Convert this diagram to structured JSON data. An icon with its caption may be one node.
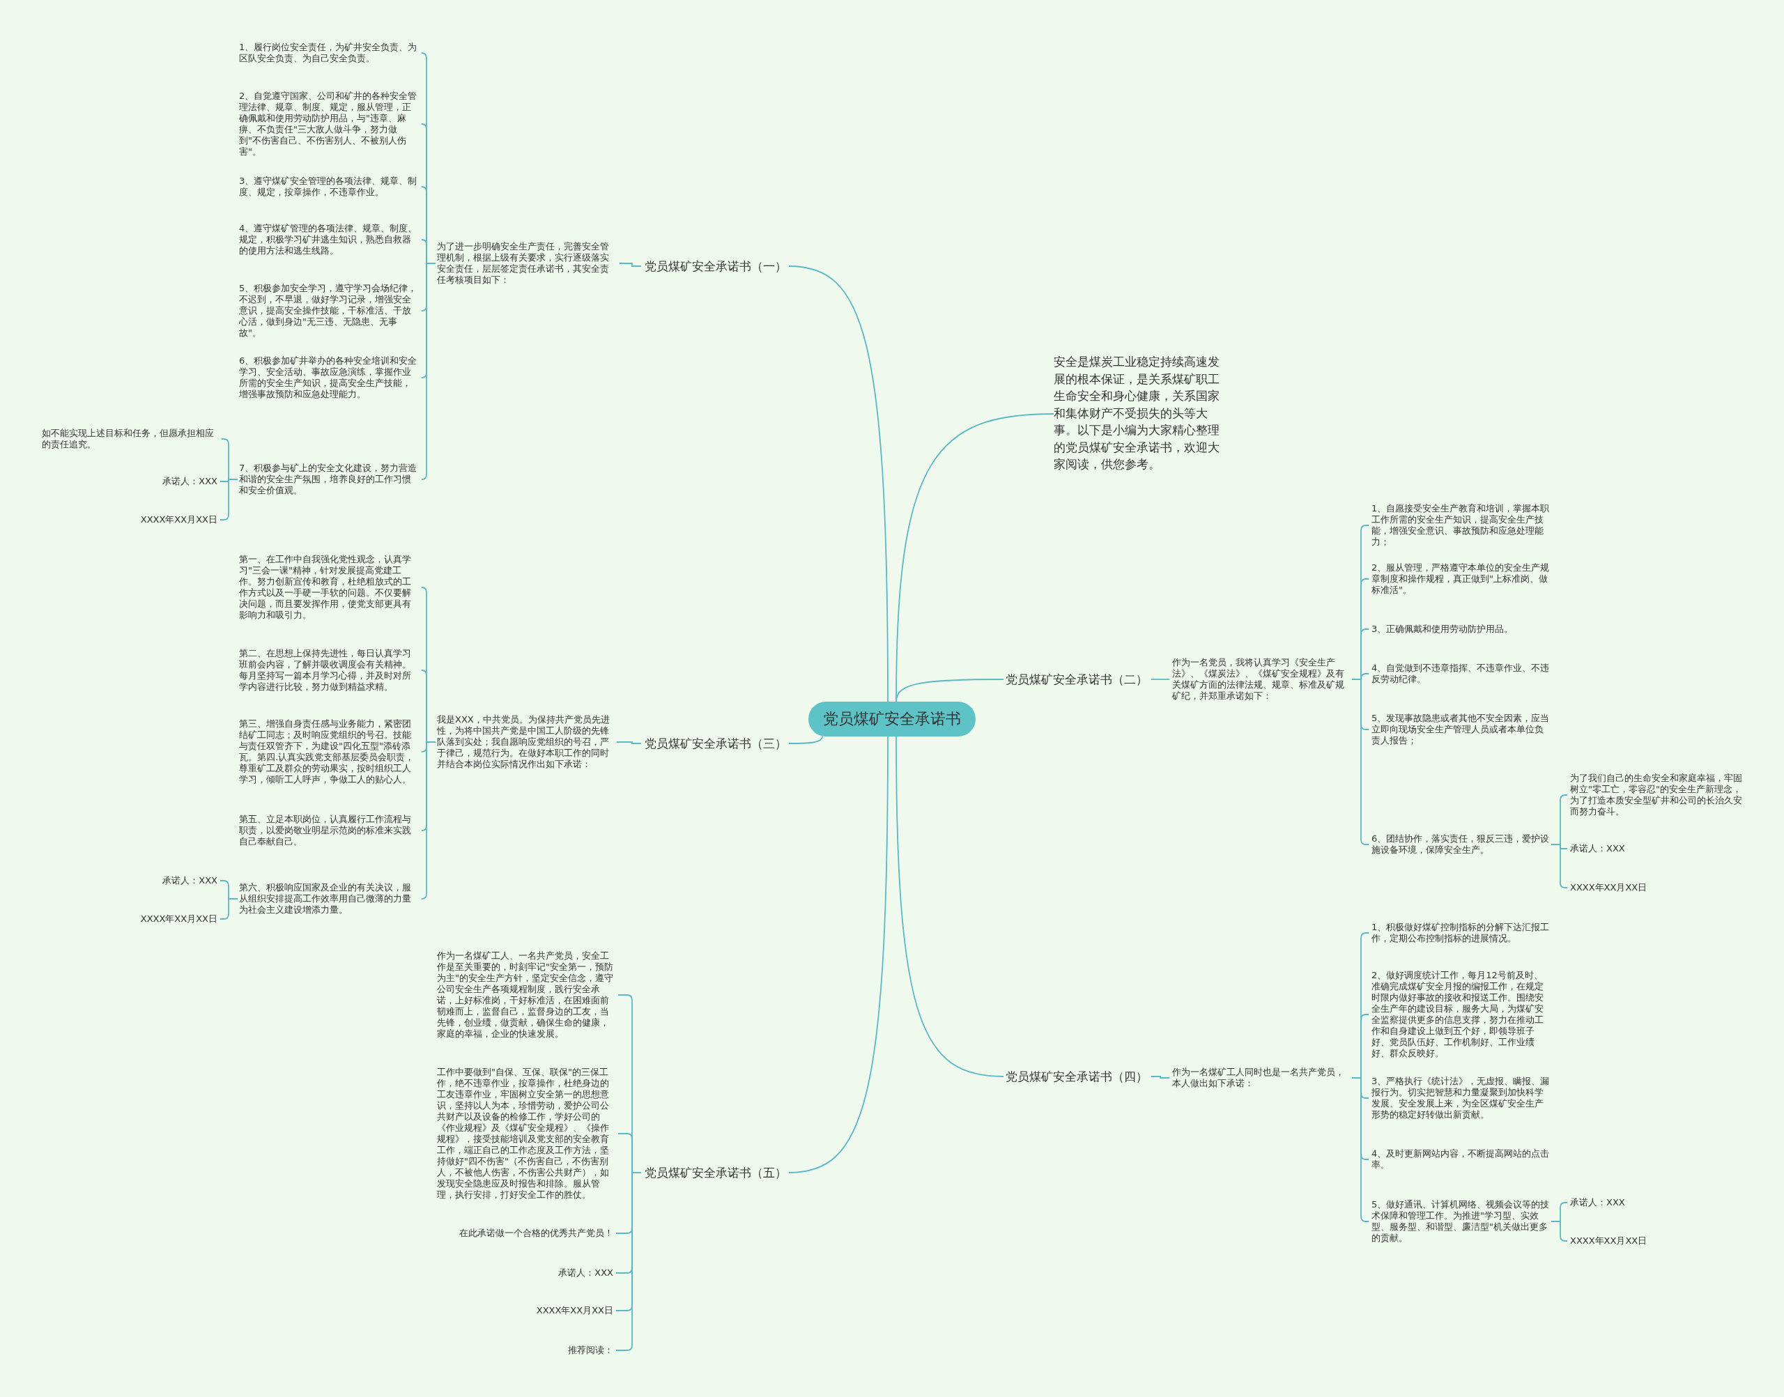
{
  "diagram": {
    "nodes": [
      {
        "text": [
          "党员煤矿安全承诺书"
        ]
      },
      {
        "text": [
          "党员煤矿安全承诺书（一）"
        ]
      },
      {
        "text": [
          "为了进一步明确安全生产责任，完善安全管理机制，根据上级有关要求，实行逐级落实安全责任，层层签定责任承诺书，其安全责任考核项目如下："
        ]
      },
      {
        "text": [
          "1、履行岗位安全责任，为矿井安全负责、为区队安全负责、为自己安全负责。"
        ]
      },
      {
        "text": [
          "2、自觉遵守国家、公司和矿井的各种安全管理法律、规章、制度、规定，服从管理，正确佩戴和使用劳动防护用品，与\"违章、麻痹、不负责任\"三大敌人做斗争，努力做到\"不伤害自己、不伤害别人、不被别人伤害\"。"
        ]
      },
      {
        "text": [
          "3、遵守煤矿安全管理的各项法律、规章、制度、规定，按章操作，不违章作业。"
        ]
      },
      {
        "text": [
          "4、遵守煤矿管理的各项法律、规章、制度、规定，积极学习矿井逃生知识，熟悉自救器的使用方法和逃生线路。"
        ]
      },
      {
        "text": [
          "5、积极参加安全学习，遵守学习会场纪律，不迟到，不早退，做好学习记录，增强安全意识，提高安全操作技能，干标准活、干放心活，做到身边\"无三违、无隐患、无事故\"。"
        ]
      },
      {
        "text": [
          "6、积极参加矿井举办的各种安全培训和安全学习、安全活动、事故应急演练，掌握作业所需的安全生产知识，提高安全生产技能，增强事故预防和应急处理能力。"
        ]
      },
      {
        "text": [
          "7、积极参与矿上的安全文化建设，努力营造和谐的安全生产氛围，培养良好的工作习惯和安全价值观。"
        ]
      },
      {
        "text": [
          "如不能实现上述目标和任务，但愿承担相应的责任追究。"
        ]
      },
      {
        "text": [
          "承诺人：XXX"
        ]
      },
      {
        "text": [
          "XXXX年XX月XX日"
        ]
      },
      {
        "text": [
          "党员煤矿安全承诺书（三）"
        ]
      },
      {
        "text": [
          "我是XXX，中共党员。为保持共产党员先进性，为将中国共产党是中国工人阶级的先锋队落到实处；我自愿响应党组织的号召，严于律己，规范行为。在做好本职工作的同时并结合本岗位实际情况作出如下承诺："
        ]
      },
      {
        "text": [
          "第一、在工作中自我强化党性观念，认真学习\"三会一课\"精神，针对发展提高党建工作。努力创新宣传和教育，杜绝粗放式的工作方式以及一手硬一手软的问题。不仅要解决问题，而且要发挥作用，使党支部更具有影响力和吸引力。"
        ]
      },
      {
        "text": [
          "第二、在思想上保持先进性，每日认真学习班前会内容，了解并吸收调度会有关精神。每月坚持写一篇本月学习心得，并及时对所学内容进行比较，努力做到精益求精。"
        ]
      },
      {
        "text": [
          "第三、增强自身责任感与业务能力，紧密团结矿工同志；及时响应党组织的号召。技能与责任双管齐下，为建设\"四化五型\"添砖添瓦。第四.认真实践党支部基层委员会职责，尊重矿工及群众的劳动果实，按时组织工人学习，倾听工人呼声，争做工人的贴心人。"
        ]
      },
      {
        "text": [
          "第五、立足本职岗位，认真履行工作流程与职责，以爱岗敬业明星示范岗的标准来实践自己奉献自己。"
        ]
      },
      {
        "text": [
          "第六、积极响应国家及企业的有关决议，服从组织安排提高工作效率用自己微薄的力量为社会主义建设增添力量。"
        ]
      },
      {
        "text": [
          "承诺人：XXX"
        ]
      },
      {
        "text": [
          "XXXX年XX月XX日"
        ]
      },
      {
        "text": [
          "党员煤矿安全承诺书（五）"
        ]
      },
      {
        "text": [
          "作为一名煤矿工人、一名共产党员，安全工作是至关重要的，时刻牢记\"安全第一，预防为主\"的安全生产方针，坚定安全信念，遵守公司安全生产各项规程制度，践行安全承诺，上好标准岗，干好标准活，在困难面前韧难而上，监督自己，监督身边的工友，当先锋，创业绩，做贡献，确保生命的健康，家庭的幸福，企业的快速发展。"
        ]
      },
      {
        "text": [
          "工作中要做到\"自保、互保、联保\"的三保工作，绝不违章作业，按章操作，杜绝身边的工友违章作业，牢固树立安全第一的思想意识，坚持以人为本，珍惜劳动，爱护公司公共财产以及设备的检修工作，学好公司的《作业规程》及《煤矿安全规程》、《操作规程》，接受技能培训及党支部的安全教育工作，端正自己的工作态度及工作方法，坚持做好\"四不伤害\"（不伤害自己，不伤害别人，不被他人伤害，不伤害公共财产），如发现安全隐患应及时报告和排除。服从管理，执行安排，打好安全工作的胜仗。"
        ]
      },
      {
        "text": [
          "在此承诺做一个合格的优秀共产党员！"
        ]
      },
      {
        "text": [
          "承诺人：XXX"
        ]
      },
      {
        "text": [
          "XXXX年XX月XX日"
        ]
      },
      {
        "text": [
          "推荐阅读："
        ]
      },
      {
        "text": [
          "安全是煤炭工业稳定持续高速发展的根本保证，是关系煤矿职工生命安全和身心健康，关系国家和集体财产不受损失的头等大事。以下是小编为大家精心整理的党员煤矿安全承诺书，欢迎大家阅读，供您参考。"
        ]
      },
      {
        "text": [
          "党员煤矿安全承诺书（二）"
        ]
      },
      {
        "text": [
          "作为一名党员，我将认真学习《安全生产法》、《煤炭法》、《煤矿安全规程》及有关煤矿方面的法律法规、规章、标准及矿规矿纪，并郑重承诺如下："
        ]
      },
      {
        "text": [
          "1、自愿接受安全生产教育和培训，掌握本职工作所需的安全生产知识，提高安全生产技能，增强安全意识、事故预防和应急处理能力；"
        ]
      },
      {
        "text": [
          "2、服从管理，严格遵守本单位的安全生产规章制度和操作规程，真正做到\"上标准岗、做标准活\"。"
        ]
      },
      {
        "text": [
          "3、正确佩戴和使用劳动防护用品。"
        ]
      },
      {
        "text": [
          "4、自觉做到不违章指挥、不违章作业、不违反劳动纪律。"
        ]
      },
      {
        "text": [
          "5、发现事故隐患或者其他不安全因素，应当立即向现场安全生产管理人员或者本单位负责人报告；"
        ]
      },
      {
        "text": [
          "6、团结协作，落实责任，狠反三违，爱护设施设备环境，保障安全生产。"
        ]
      },
      {
        "text": [
          "为了我们自己的生命安全和家庭幸福，牢固树立\"零工亡，零容忍\"的安全生产新理念，为了打造本质安全型矿井和公司的长治久安而努力奋斗。"
        ]
      },
      {
        "text": [
          "承诺人：XXX"
        ]
      },
      {
        "text": [
          "XXXX年XX月XX日"
        ]
      },
      {
        "text": [
          "党员煤矿安全承诺书（四）"
        ]
      },
      {
        "text": [
          "作为一名煤矿工人同时也是一名共产党员，本人做出如下承诺："
        ]
      },
      {
        "text": [
          "1、积极做好煤矿控制指标的分解下达汇报工作，定期公布控制指标的进展情况。"
        ]
      },
      {
        "text": [
          "2、做好调度统计工作，每月12号前及时、准确完成煤矿安全月报的编报工作，在规定时限内做好事故的接收和报送工作。围绕安全生产年的建设目标，服务大局，为煤矿安全监察提供更多的信息支撑，努力在推动工作和自身建设上做到五个好，即领导班子好、党员队伍好、工作机制好、工作业绩好、群众反映好。"
        ]
      },
      {
        "text": [
          "3、严格执行《统计法》，无虚报、瞒报、漏报行为。切实把智慧和力量凝聚到加快科学发展、安全发展上来，为全区煤矿安全生产形势的稳定好转做出新贡献。"
        ]
      },
      {
        "text": [
          "4、及时更新网站内容，不断提高网站的点击率。"
        ]
      },
      {
        "text": [
          "5、做好通讯、计算机网络、视频会议等的技术保障和管理工作。为推进\"学习型、实效型、服务型、和谐型、廉洁型\"机关做出更多的贡献。"
        ]
      },
      {
        "text": [
          "承诺人：XXX"
        ]
      },
      {
        "text": [
          "XXXX年XX月XX日"
        ]
      }
    ],
    "edges": [
      {
        "from": 0,
        "to": 1,
        "arrow": "none"
      },
      {
        "from": 1,
        "to": 2,
        "arrow": "none"
      },
      {
        "from": 2,
        "to": 3,
        "arrow": "none"
      },
      {
        "from": 2,
        "to": 4,
        "arrow": "none"
      },
      {
        "from": 2,
        "to": 5,
        "arrow": "none"
      },
      {
        "from": 2,
        "to": 6,
        "arrow": "none"
      },
      {
        "from": 2,
        "to": 7,
        "arrow": "none"
      },
      {
        "from": 2,
        "to": 8,
        "arrow": "none"
      },
      {
        "from": 2,
        "to": 9,
        "arrow": "none"
      },
      {
        "from": 9,
        "to": 10,
        "arrow": "none"
      },
      {
        "from": 9,
        "to": 11,
        "arrow": "none"
      },
      {
        "from": 9,
        "to": 12,
        "arrow": "none"
      },
      {
        "from": 0,
        "to": 13,
        "arrow": "none"
      },
      {
        "from": 13,
        "to": 14,
        "arrow": "none"
      },
      {
        "from": 14,
        "to": 15,
        "arrow": "none"
      },
      {
        "from": 14,
        "to": 16,
        "arrow": "none"
      },
      {
        "from": 14,
        "to": 17,
        "arrow": "none"
      },
      {
        "from": 14,
        "to": 18,
        "arrow": "none"
      },
      {
        "from": 14,
        "to": 19,
        "arrow": "none"
      },
      {
        "from": 19,
        "to": 20,
        "arrow": "none"
      },
      {
        "from": 19,
        "to": 21,
        "arrow": "none"
      },
      {
        "from": 0,
        "to": 22,
        "arrow": "none"
      },
      {
        "from": 22,
        "to": 23,
        "arrow": "none"
      },
      {
        "from": 22,
        "to": 24,
        "arrow": "none"
      },
      {
        "from": 22,
        "to": 25,
        "arrow": "none"
      },
      {
        "from": 22,
        "to": 26,
        "arrow": "none"
      },
      {
        "from": 22,
        "to": 27,
        "arrow": "none"
      },
      {
        "from": 22,
        "to": 28,
        "arrow": "none"
      },
      {
        "from": 0,
        "to": 29,
        "arrow": "none"
      },
      {
        "from": 0,
        "to": 30,
        "arrow": "none"
      },
      {
        "from": 30,
        "to": 31,
        "arrow": "none"
      },
      {
        "from": 31,
        "to": 32,
        "arrow": "none"
      },
      {
        "from": 31,
        "to": 33,
        "arrow": "none"
      },
      {
        "from": 31,
        "to": 34,
        "arrow": "none"
      },
      {
        "from": 31,
        "to": 35,
        "arrow": "none"
      },
      {
        "from": 31,
        "to": 36,
        "arrow": "none"
      },
      {
        "from": 31,
        "to": 37,
        "arrow": "none"
      },
      {
        "from": 37,
        "to": 38,
        "arrow": "none"
      },
      {
        "from": 37,
        "to": 39,
        "arrow": "none"
      },
      {
        "from": 37,
        "to": 40,
        "arrow": "none"
      },
      {
        "from": 0,
        "to": 41,
        "arrow": "none"
      },
      {
        "from": 41,
        "to": 42,
        "arrow": "none"
      },
      {
        "from": 42,
        "to": 43,
        "arrow": "none"
      },
      {
        "from": 42,
        "to": 44,
        "arrow": "none"
      },
      {
        "from": 42,
        "to": 45,
        "arrow": "none"
      },
      {
        "from": 42,
        "to": 46,
        "arrow": "none"
      },
      {
        "from": 42,
        "to": 47,
        "arrow": "none"
      },
      {
        "from": 47,
        "to": 48,
        "arrow": "none"
      },
      {
        "from": 47,
        "to": 49,
        "arrow": "none"
      }
    ]
  }
}
